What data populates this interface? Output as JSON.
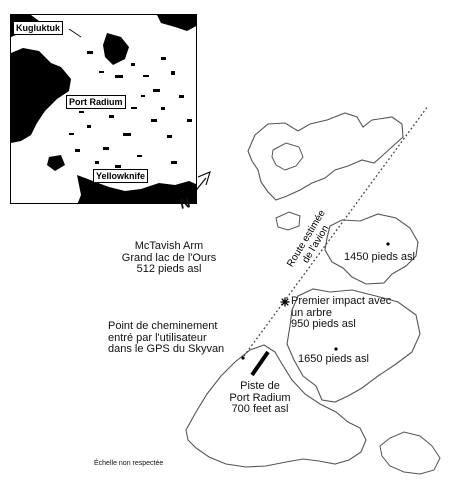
{
  "inset": {
    "places": {
      "kugluktuk": "Kugluktuk",
      "port_radium": "Port Radium",
      "yellowknife": "Yellowknife"
    }
  },
  "north_symbol": "N",
  "labels": {
    "lake_line1": "McTavish Arm",
    "lake_line2": "Grand lac de l'Ours",
    "lake_line3": "512 pieds asl",
    "route_line1": "Route estimée",
    "route_line2": "de l'avion",
    "elev_1450": "1450 pieds asl",
    "impact_line1": "Premier impact avec",
    "impact_line2": "un arbre",
    "impact_line3": "950 pieds asl",
    "waypoint_line1": "Point de cheminement",
    "waypoint_line2": "entré par l'utilisateur",
    "waypoint_line3": "dans le GPS du Skyvan",
    "elev_1650": "1650 pieds asl",
    "strip_line1": "Piste de",
    "strip_line2": "Port Radium",
    "strip_line3": "700 feet asl",
    "scale_note": "Échelle non respectée"
  },
  "icons": {
    "impact": "asterisk-icon",
    "north": "north-arrow-icon"
  }
}
